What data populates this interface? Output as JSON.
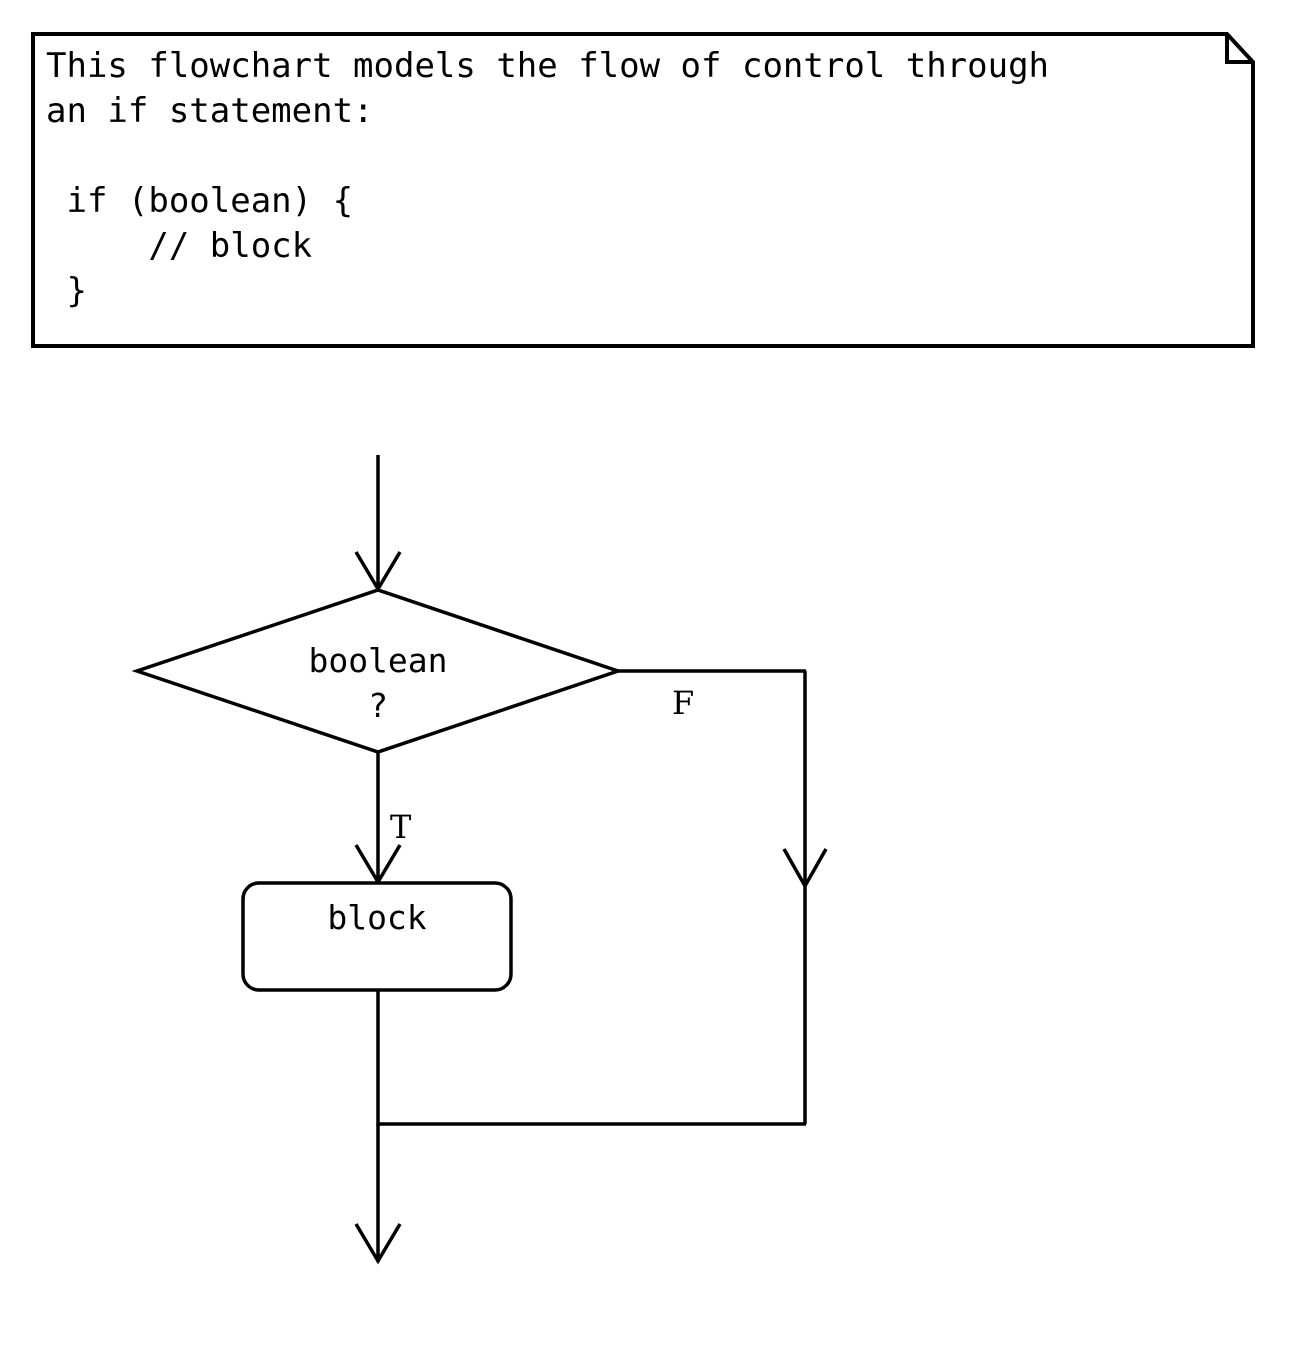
{
  "diagram": {
    "type": "flowchart",
    "title": "if statement control flow",
    "note": {
      "name": "note-box",
      "shape": "note-with-folded-corner",
      "lines": [
        "This flowchart models the flow of control through",
        "an if statement:",
        "",
        " if (boolean) {",
        "     // block",
        " }"
      ],
      "text": "This flowchart models the flow of control through\nan if statement:\n\n if (boolean) {\n     // block\n }"
    },
    "nodes": [
      {
        "id": "decision",
        "shape": "diamond",
        "label_line1": "boolean",
        "label_line2": "?"
      },
      {
        "id": "block",
        "shape": "rounded-rectangle",
        "label": "block"
      }
    ],
    "edges": [
      {
        "id": "entry",
        "from": "start",
        "to": "decision",
        "label": ""
      },
      {
        "id": "true-branch",
        "from": "decision",
        "to": "block",
        "label": "T"
      },
      {
        "id": "false-branch",
        "from": "decision",
        "to": "merge",
        "label": "F"
      },
      {
        "id": "block-out",
        "from": "block",
        "to": "merge",
        "label": ""
      },
      {
        "id": "exit",
        "from": "merge",
        "to": "end",
        "label": ""
      }
    ],
    "labels": {
      "true": "T",
      "false": "F"
    },
    "colors": {
      "stroke": "#000000",
      "fill": "#ffffff",
      "text": "#000000"
    }
  }
}
